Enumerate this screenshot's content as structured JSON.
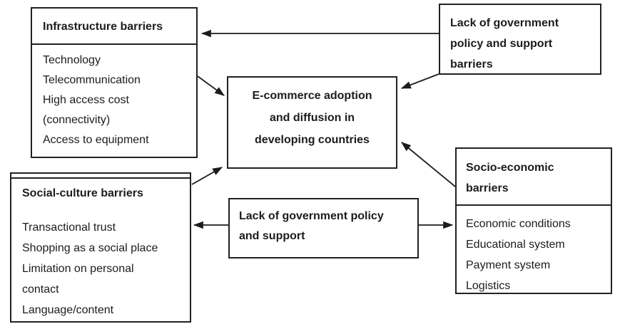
{
  "boxes": {
    "infrastructure": {
      "header": "Infrastructure barriers",
      "items": [
        "Technology",
        "Telecommunication",
        "High access cost\n(connectivity)",
        "Access to equipment"
      ]
    },
    "gov_policy_top": {
      "title": "Lack of government\npolicy and support\nbarriers"
    },
    "center": {
      "title": "E-commerce adoption\nand diffusion in\ndeveloping countries"
    },
    "social_culture": {
      "header": "Social-culture barriers",
      "items": [
        "Transactional trust",
        "Shopping as a social place",
        "Limitation on personal\ncontact",
        "Language/content"
      ]
    },
    "gov_policy_mid": {
      "title": "Lack of government policy\nand support"
    },
    "socio_economic": {
      "header": "Socio-economic\nbarriers",
      "items": [
        "Economic conditions",
        "Educational system",
        "Payment system",
        "Logistics"
      ]
    }
  },
  "colors": {
    "border": "#222222",
    "text": "#1c1c1c",
    "arrow": "#1c1c1c",
    "background": "#ffffff"
  }
}
